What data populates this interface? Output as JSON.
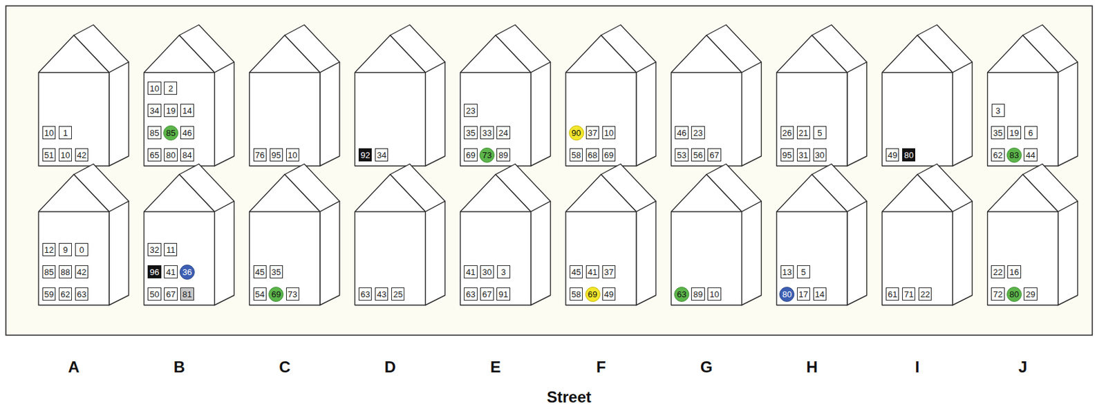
{
  "diagram": {
    "nodes": [
      {
        "text": [
          "10"
        ]
      },
      {
        "text": [
          "1"
        ]
      },
      {
        "text": [
          "51"
        ]
      },
      {
        "text": [
          "10"
        ]
      },
      {
        "text": [
          "42"
        ]
      },
      {
        "text": [
          "10"
        ]
      },
      {
        "text": [
          "2"
        ]
      },
      {
        "text": [
          "34"
        ]
      },
      {
        "text": [
          "19"
        ]
      },
      {
        "text": [
          "14"
        ]
      },
      {
        "text": [
          "85"
        ]
      },
      {
        "text": [
          "85"
        ]
      },
      {
        "text": [
          "46"
        ]
      },
      {
        "text": [
          "65"
        ]
      },
      {
        "text": [
          "80"
        ]
      },
      {
        "text": [
          "84"
        ]
      },
      {
        "text": [
          "76"
        ]
      },
      {
        "text": [
          "95"
        ]
      },
      {
        "text": [
          "10"
        ]
      },
      {
        "text": [
          "92"
        ]
      },
      {
        "text": [
          "34"
        ]
      },
      {
        "text": [
          "23"
        ]
      },
      {
        "text": [
          "35"
        ]
      },
      {
        "text": [
          "33"
        ]
      },
      {
        "text": [
          "24"
        ]
      },
      {
        "text": [
          "69"
        ]
      },
      {
        "text": [
          "73"
        ]
      },
      {
        "text": [
          "89"
        ]
      },
      {
        "text": [
          "90"
        ]
      },
      {
        "text": [
          "37"
        ]
      },
      {
        "text": [
          "10"
        ]
      },
      {
        "text": [
          "58"
        ]
      },
      {
        "text": [
          "68"
        ]
      },
      {
        "text": [
          "69"
        ]
      },
      {
        "text": [
          "46"
        ]
      },
      {
        "text": [
          "23"
        ]
      },
      {
        "text": [
          "53"
        ]
      },
      {
        "text": [
          "56"
        ]
      },
      {
        "text": [
          "67"
        ]
      },
      {
        "text": [
          "26"
        ]
      },
      {
        "text": [
          "21"
        ]
      },
      {
        "text": [
          "5"
        ]
      },
      {
        "text": [
          "95"
        ]
      },
      {
        "text": [
          "31"
        ]
      },
      {
        "text": [
          "30"
        ]
      },
      {
        "text": [
          "49"
        ]
      },
      {
        "text": [
          "80"
        ]
      },
      {
        "text": [
          "3"
        ]
      },
      {
        "text": [
          "35"
        ]
      },
      {
        "text": [
          "19"
        ]
      },
      {
        "text": [
          "6"
        ]
      },
      {
        "text": [
          "62"
        ]
      },
      {
        "text": [
          "83"
        ]
      },
      {
        "text": [
          "44"
        ]
      },
      {
        "text": [
          "12"
        ]
      },
      {
        "text": [
          "9"
        ]
      },
      {
        "text": [
          "0"
        ]
      },
      {
        "text": [
          "85"
        ]
      },
      {
        "text": [
          "88"
        ]
      },
      {
        "text": [
          "42"
        ]
      },
      {
        "text": [
          "59"
        ]
      },
      {
        "text": [
          "62"
        ]
      },
      {
        "text": [
          "63"
        ]
      },
      {
        "text": [
          "32"
        ]
      },
      {
        "text": [
          "11"
        ]
      },
      {
        "text": [
          "96"
        ]
      },
      {
        "text": [
          "41"
        ]
      },
      {
        "text": [
          "36"
        ]
      },
      {
        "text": [
          "50"
        ]
      },
      {
        "text": [
          "67"
        ]
      },
      {
        "text": [
          "81"
        ]
      },
      {
        "text": [
          "45"
        ]
      },
      {
        "text": [
          "35"
        ]
      },
      {
        "text": [
          "54"
        ]
      },
      {
        "text": [
          "69"
        ]
      },
      {
        "text": [
          "73"
        ]
      },
      {
        "text": [
          "63"
        ]
      },
      {
        "text": [
          "43"
        ]
      },
      {
        "text": [
          "25"
        ]
      },
      {
        "text": [
          "41"
        ]
      },
      {
        "text": [
          "30"
        ]
      },
      {
        "text": [
          "3"
        ]
      },
      {
        "text": [
          "63"
        ]
      },
      {
        "text": [
          "67"
        ]
      },
      {
        "text": [
          "91"
        ]
      },
      {
        "text": [
          "45"
        ]
      },
      {
        "text": [
          "41"
        ]
      },
      {
        "text": [
          "37"
        ]
      },
      {
        "text": [
          "58"
        ]
      },
      {
        "text": [
          "69"
        ]
      },
      {
        "text": [
          "49"
        ]
      },
      {
        "text": [
          "63"
        ]
      },
      {
        "text": [
          "89"
        ]
      },
      {
        "text": [
          "10"
        ]
      },
      {
        "text": [
          "13"
        ]
      },
      {
        "text": [
          "5"
        ]
      },
      {
        "text": [
          "80"
        ]
      },
      {
        "text": [
          "17"
        ]
      },
      {
        "text": [
          "14"
        ]
      },
      {
        "text": [
          "61"
        ]
      },
      {
        "text": [
          "71"
        ]
      },
      {
        "text": [
          "22"
        ]
      },
      {
        "text": [
          "22"
        ]
      },
      {
        "text": [
          "16"
        ]
      },
      {
        "text": [
          "72"
        ]
      },
      {
        "text": [
          "80"
        ]
      },
      {
        "text": [
          "29"
        ]
      }
    ],
    "labels": [
      "A",
      "B",
      "C",
      "D",
      "E",
      "F",
      "G",
      "H",
      "I",
      "J",
      "Street"
    ]
  }
}
